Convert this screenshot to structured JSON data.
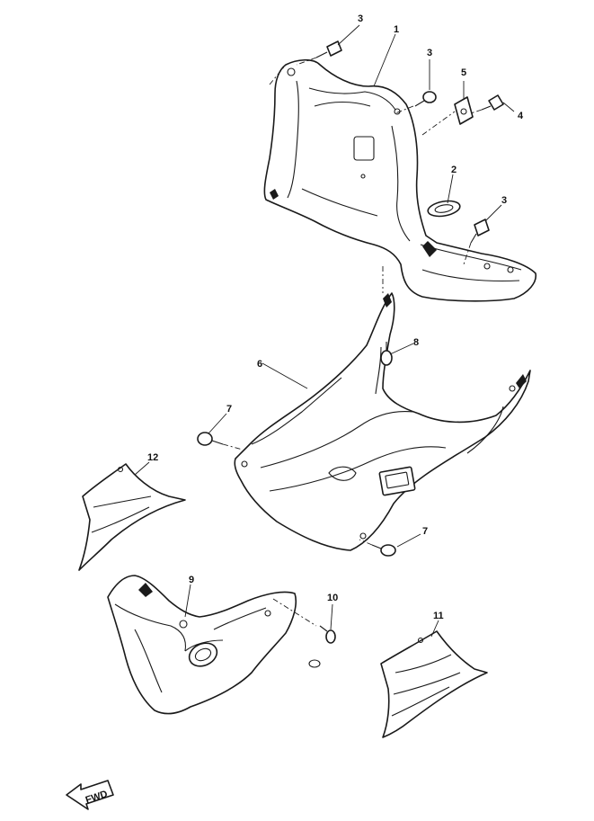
{
  "diagram": {
    "callouts": {
      "c1": "1",
      "c2": "2",
      "c3a": "3",
      "c3b": "3",
      "c3c": "3",
      "c4": "4",
      "c5": "5",
      "c6": "6",
      "c7a": "7",
      "c7b": "7",
      "c8": "8",
      "c9": "9",
      "c10": "10",
      "c11": "11",
      "c12": "12"
    },
    "fwd_label": "FWD"
  }
}
